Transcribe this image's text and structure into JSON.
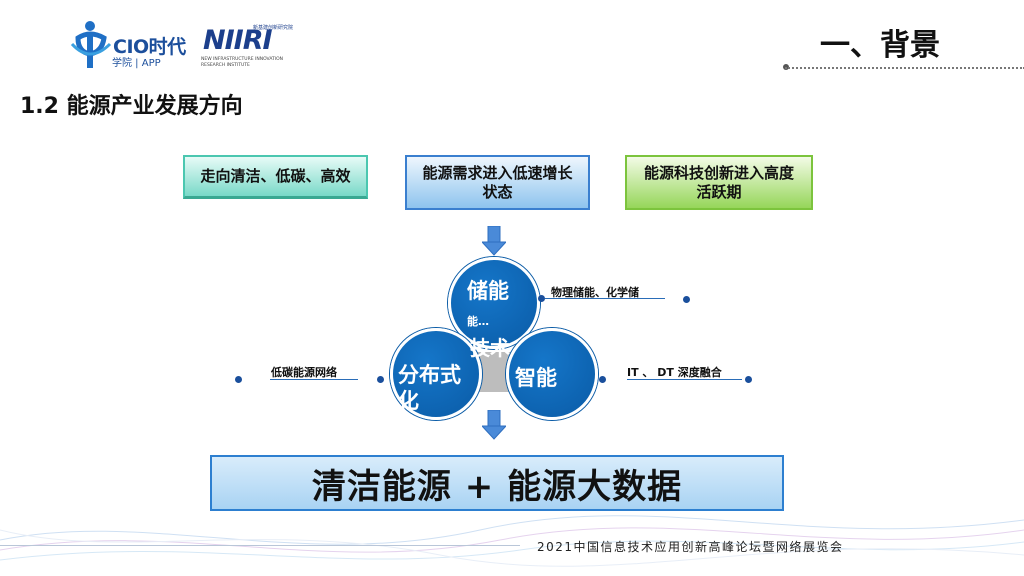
{
  "header": {
    "logo_cio": {
      "main": "CIO时代",
      "sub": "学院 | APP"
    },
    "logo_niiri": {
      "main": "NIIRI",
      "top": "新基建创新研究院",
      "sub": "NEW INFRASTRUCTURE INNOVATION RESEARCH INSTITUTE"
    },
    "slide_heading": "一、背景"
  },
  "section_title": "1.2 能源产业发展方向",
  "top_boxes": {
    "clean": "走向清洁、低碳、高效",
    "demand": "能源需求进入低速增长状态",
    "tech": "能源科技创新进入高度活跃期"
  },
  "center_label": "技术",
  "circles": {
    "storage": "储能",
    "storage_sub": "能…",
    "distributed": "分布式化",
    "smart": "智能"
  },
  "callouts": {
    "storage": "物理储能、化学储",
    "distributed": "低碳能源网络",
    "smart": "IT 、 DT 深度融合"
  },
  "result_box": "清洁能源 + 能源大数据",
  "footer": "2021中国信息技术应用创新高峰论坛暨网络展览会",
  "colors": {
    "circle_blue": "#0a5ba6",
    "teal_box": "#4bc7b0",
    "blue_box": "#3a7fcf",
    "green_box": "#7cc43d"
  }
}
